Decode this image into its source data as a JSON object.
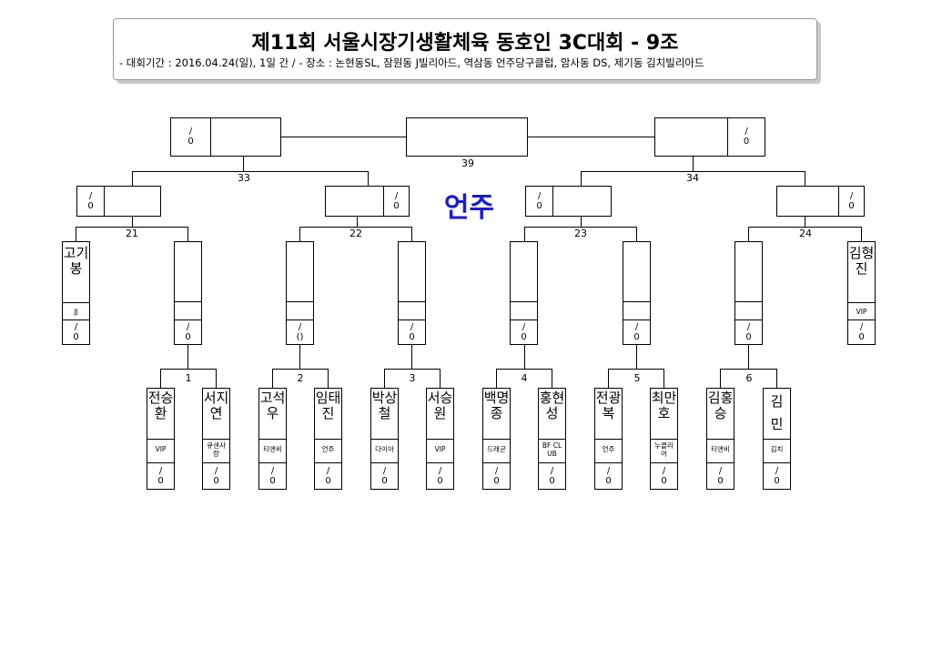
{
  "header": {
    "title": "제11회 서울시장기생활체육 동호인 3C대회 - 9조",
    "subtitle": "- 대회기간 : 2016.04.24(일), 1일 간 / - 장소 : 논현동SL, 잠원동 J빌리아드, 역삼동 언주당구클럽, 암사동 DS, 제기동 김치빌리아드"
  },
  "winner": "언주",
  "match_numbers": {
    "m1": "1",
    "m2": "2",
    "m3": "3",
    "m4": "4",
    "m5": "5",
    "m6": "6",
    "m21": "21",
    "m22": "22",
    "m23": "23",
    "m24": "24",
    "m33": "33",
    "m34": "34",
    "m39": "39"
  },
  "score_mark": {
    "slash": "/",
    "zero": "0",
    "paren_zero": "()"
  },
  "first_round_players": [
    {
      "name": "전승환",
      "club": "VIP"
    },
    {
      "name": "서지연",
      "club": "큐샌사랑"
    },
    {
      "name": "고석우",
      "club": "티엔비"
    },
    {
      "name": "임태진",
      "club": "언주"
    },
    {
      "name": "박상철",
      "club": "다이아"
    },
    {
      "name": "서승원",
      "club": "VIP"
    },
    {
      "name": "백명종",
      "club": "드래곤"
    },
    {
      "name": "홍현성",
      "club": "BF CLUB"
    },
    {
      "name": "전광복",
      "club": "언주"
    },
    {
      "name": "최만호",
      "club": "누클리어"
    },
    {
      "name": "김홍승",
      "club": "티엔비"
    },
    {
      "name": "김 민",
      "club": "김치"
    }
  ],
  "byes": [
    {
      "name": "고기봉",
      "club": "JJ"
    },
    {
      "name": "김형진",
      "club": "VIP"
    }
  ]
}
